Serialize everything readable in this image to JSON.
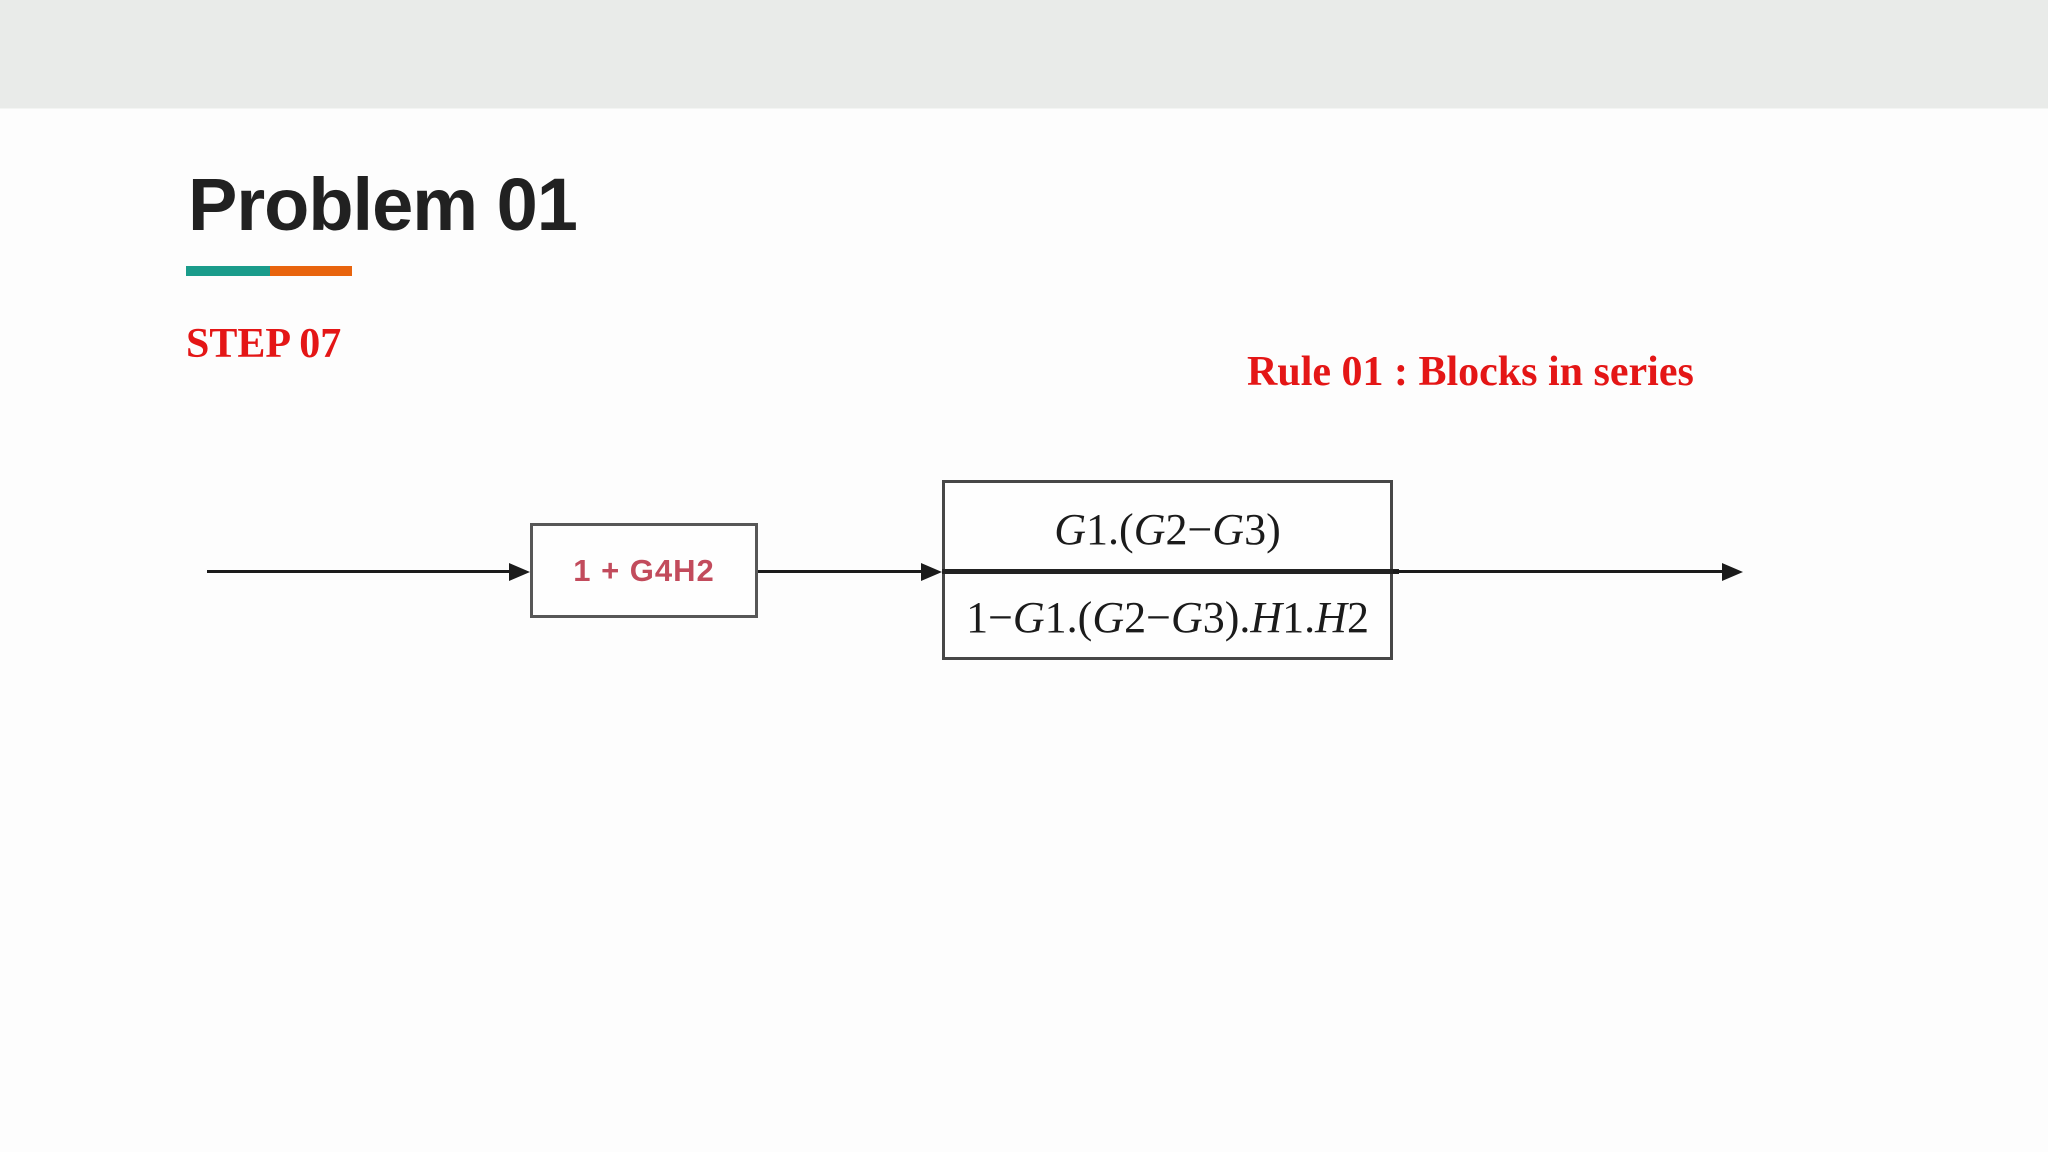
{
  "slide": {
    "title": "Problem 01",
    "step_label": "STEP 07",
    "rule_label": "Rule 01 : Blocks in series"
  },
  "diagram": {
    "block1": {
      "label": "1 + G4H2"
    },
    "block2": {
      "numerator": "G1.(G2−G3)",
      "denominator": "1−G1.(G2−G3).H1.H2"
    }
  },
  "colors": {
    "top_band_gray": "#e9ebe9",
    "accent_teal": "#1a9c8b",
    "accent_orange": "#e8640e",
    "annotation_red": "#e41616",
    "gain_label_rose": "#c24b5c",
    "diagram_ink": "#1b1b1b",
    "box_border_gray": "#4f4f4f",
    "title_black": "#212121"
  }
}
